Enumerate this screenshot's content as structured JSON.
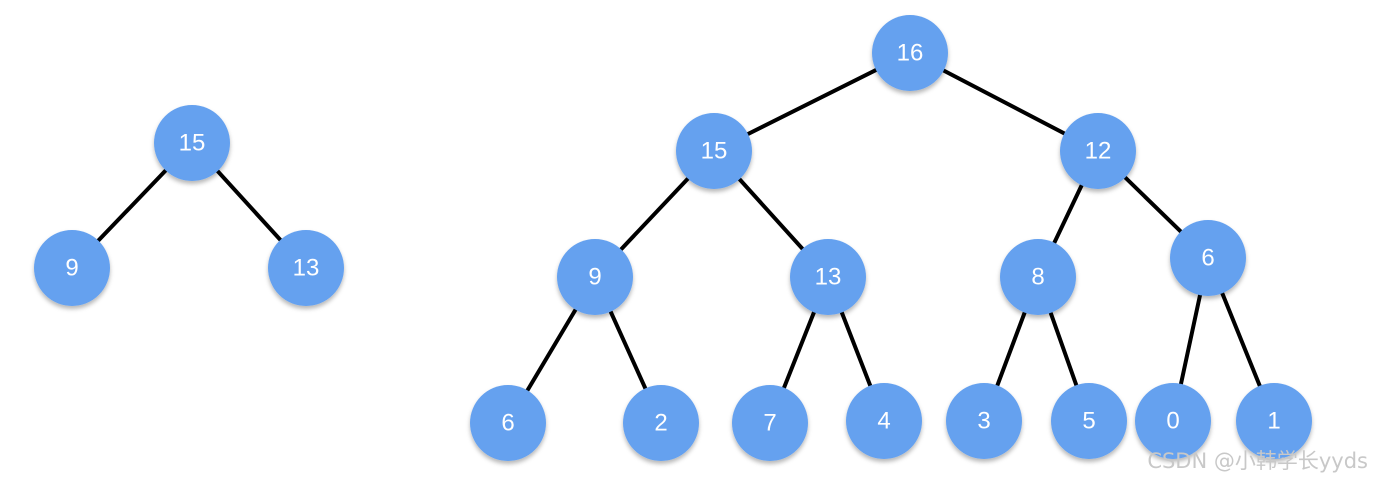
{
  "colors": {
    "node_fill": "#65a1ef",
    "edge": "#000000",
    "label": "#ffffff",
    "watermark": "#c8c8c8"
  },
  "trees": [
    {
      "id": "small-heap",
      "nodes": [
        {
          "id": "s15",
          "label": "15"
        },
        {
          "id": "s9",
          "label": "9"
        },
        {
          "id": "s13",
          "label": "13"
        }
      ],
      "edges": [
        [
          "s15",
          "s9"
        ],
        [
          "s15",
          "s13"
        ]
      ]
    },
    {
      "id": "large-heap",
      "nodes": [
        {
          "id": "n16",
          "label": "16"
        },
        {
          "id": "n15",
          "label": "15"
        },
        {
          "id": "n12",
          "label": "12"
        },
        {
          "id": "n9",
          "label": "9"
        },
        {
          "id": "n13",
          "label": "13"
        },
        {
          "id": "n8",
          "label": "8"
        },
        {
          "id": "n6",
          "label": "6"
        },
        {
          "id": "n6b",
          "label": "6"
        },
        {
          "id": "n2",
          "label": "2"
        },
        {
          "id": "n7",
          "label": "7"
        },
        {
          "id": "n4",
          "label": "4"
        },
        {
          "id": "n3",
          "label": "3"
        },
        {
          "id": "n5",
          "label": "5"
        },
        {
          "id": "n0",
          "label": "0"
        },
        {
          "id": "n1",
          "label": "1"
        }
      ],
      "edges": [
        [
          "n16",
          "n15"
        ],
        [
          "n16",
          "n12"
        ],
        [
          "n15",
          "n9"
        ],
        [
          "n15",
          "n13"
        ],
        [
          "n12",
          "n8"
        ],
        [
          "n12",
          "n6"
        ],
        [
          "n9",
          "n6b"
        ],
        [
          "n9",
          "n2"
        ],
        [
          "n13",
          "n7"
        ],
        [
          "n13",
          "n4"
        ],
        [
          "n8",
          "n3"
        ],
        [
          "n8",
          "n5"
        ],
        [
          "n6",
          "n0"
        ],
        [
          "n6",
          "n1"
        ]
      ]
    }
  ],
  "watermark": "CSDN @小韩学长yyds"
}
